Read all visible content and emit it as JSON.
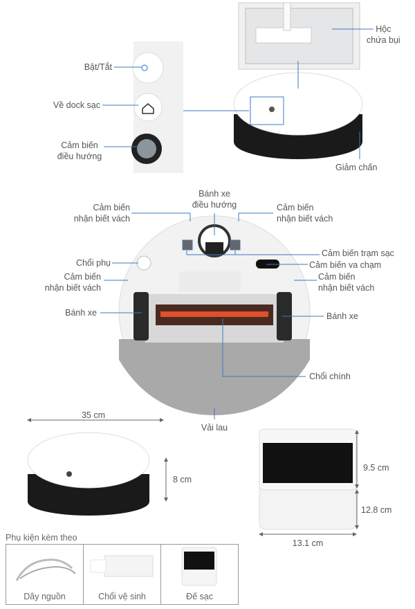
{
  "top": {
    "dust_bin": "Hộc\nchứa bụi",
    "power": "Bật/Tắt",
    "dock": "Về dock sạc",
    "nav_sensor": "Cảm biến\nđiều hướng",
    "bumper": "Giảm chấn"
  },
  "bottom_view": {
    "nav_wheel": "Bánh xe\nđiều hướng",
    "cliff_tl": "Cảm biến\nnhận biết vách",
    "cliff_tr": "Cảm biến\nnhận biết vách",
    "dock_sensor": "Cảm biến trạm sạc",
    "collision_sensor": "Cảm biến va chạm",
    "side_brush": "Chổi phụ",
    "cliff_ml": "Cảm biến\nnhận biết vách",
    "cliff_mr": "Cảm biến\nnhận biết vách",
    "wheel_l": "Bánh xe",
    "wheel_r": "Bánh xe",
    "main_brush": "Chổi chính",
    "mop": "Vải lau"
  },
  "dimensions": {
    "robot_width": "35 cm",
    "robot_height": "8 cm",
    "dock_height_top": "9.5 cm",
    "dock_depth": "12.8 cm",
    "dock_width": "13.1 cm"
  },
  "accessories": {
    "title": "Phụ kiện kèm theo",
    "items": [
      "Dây nguồn",
      "Chổi vệ sinh",
      "Đế sạc"
    ]
  },
  "colors": {
    "line": "#3d78c2"
  }
}
